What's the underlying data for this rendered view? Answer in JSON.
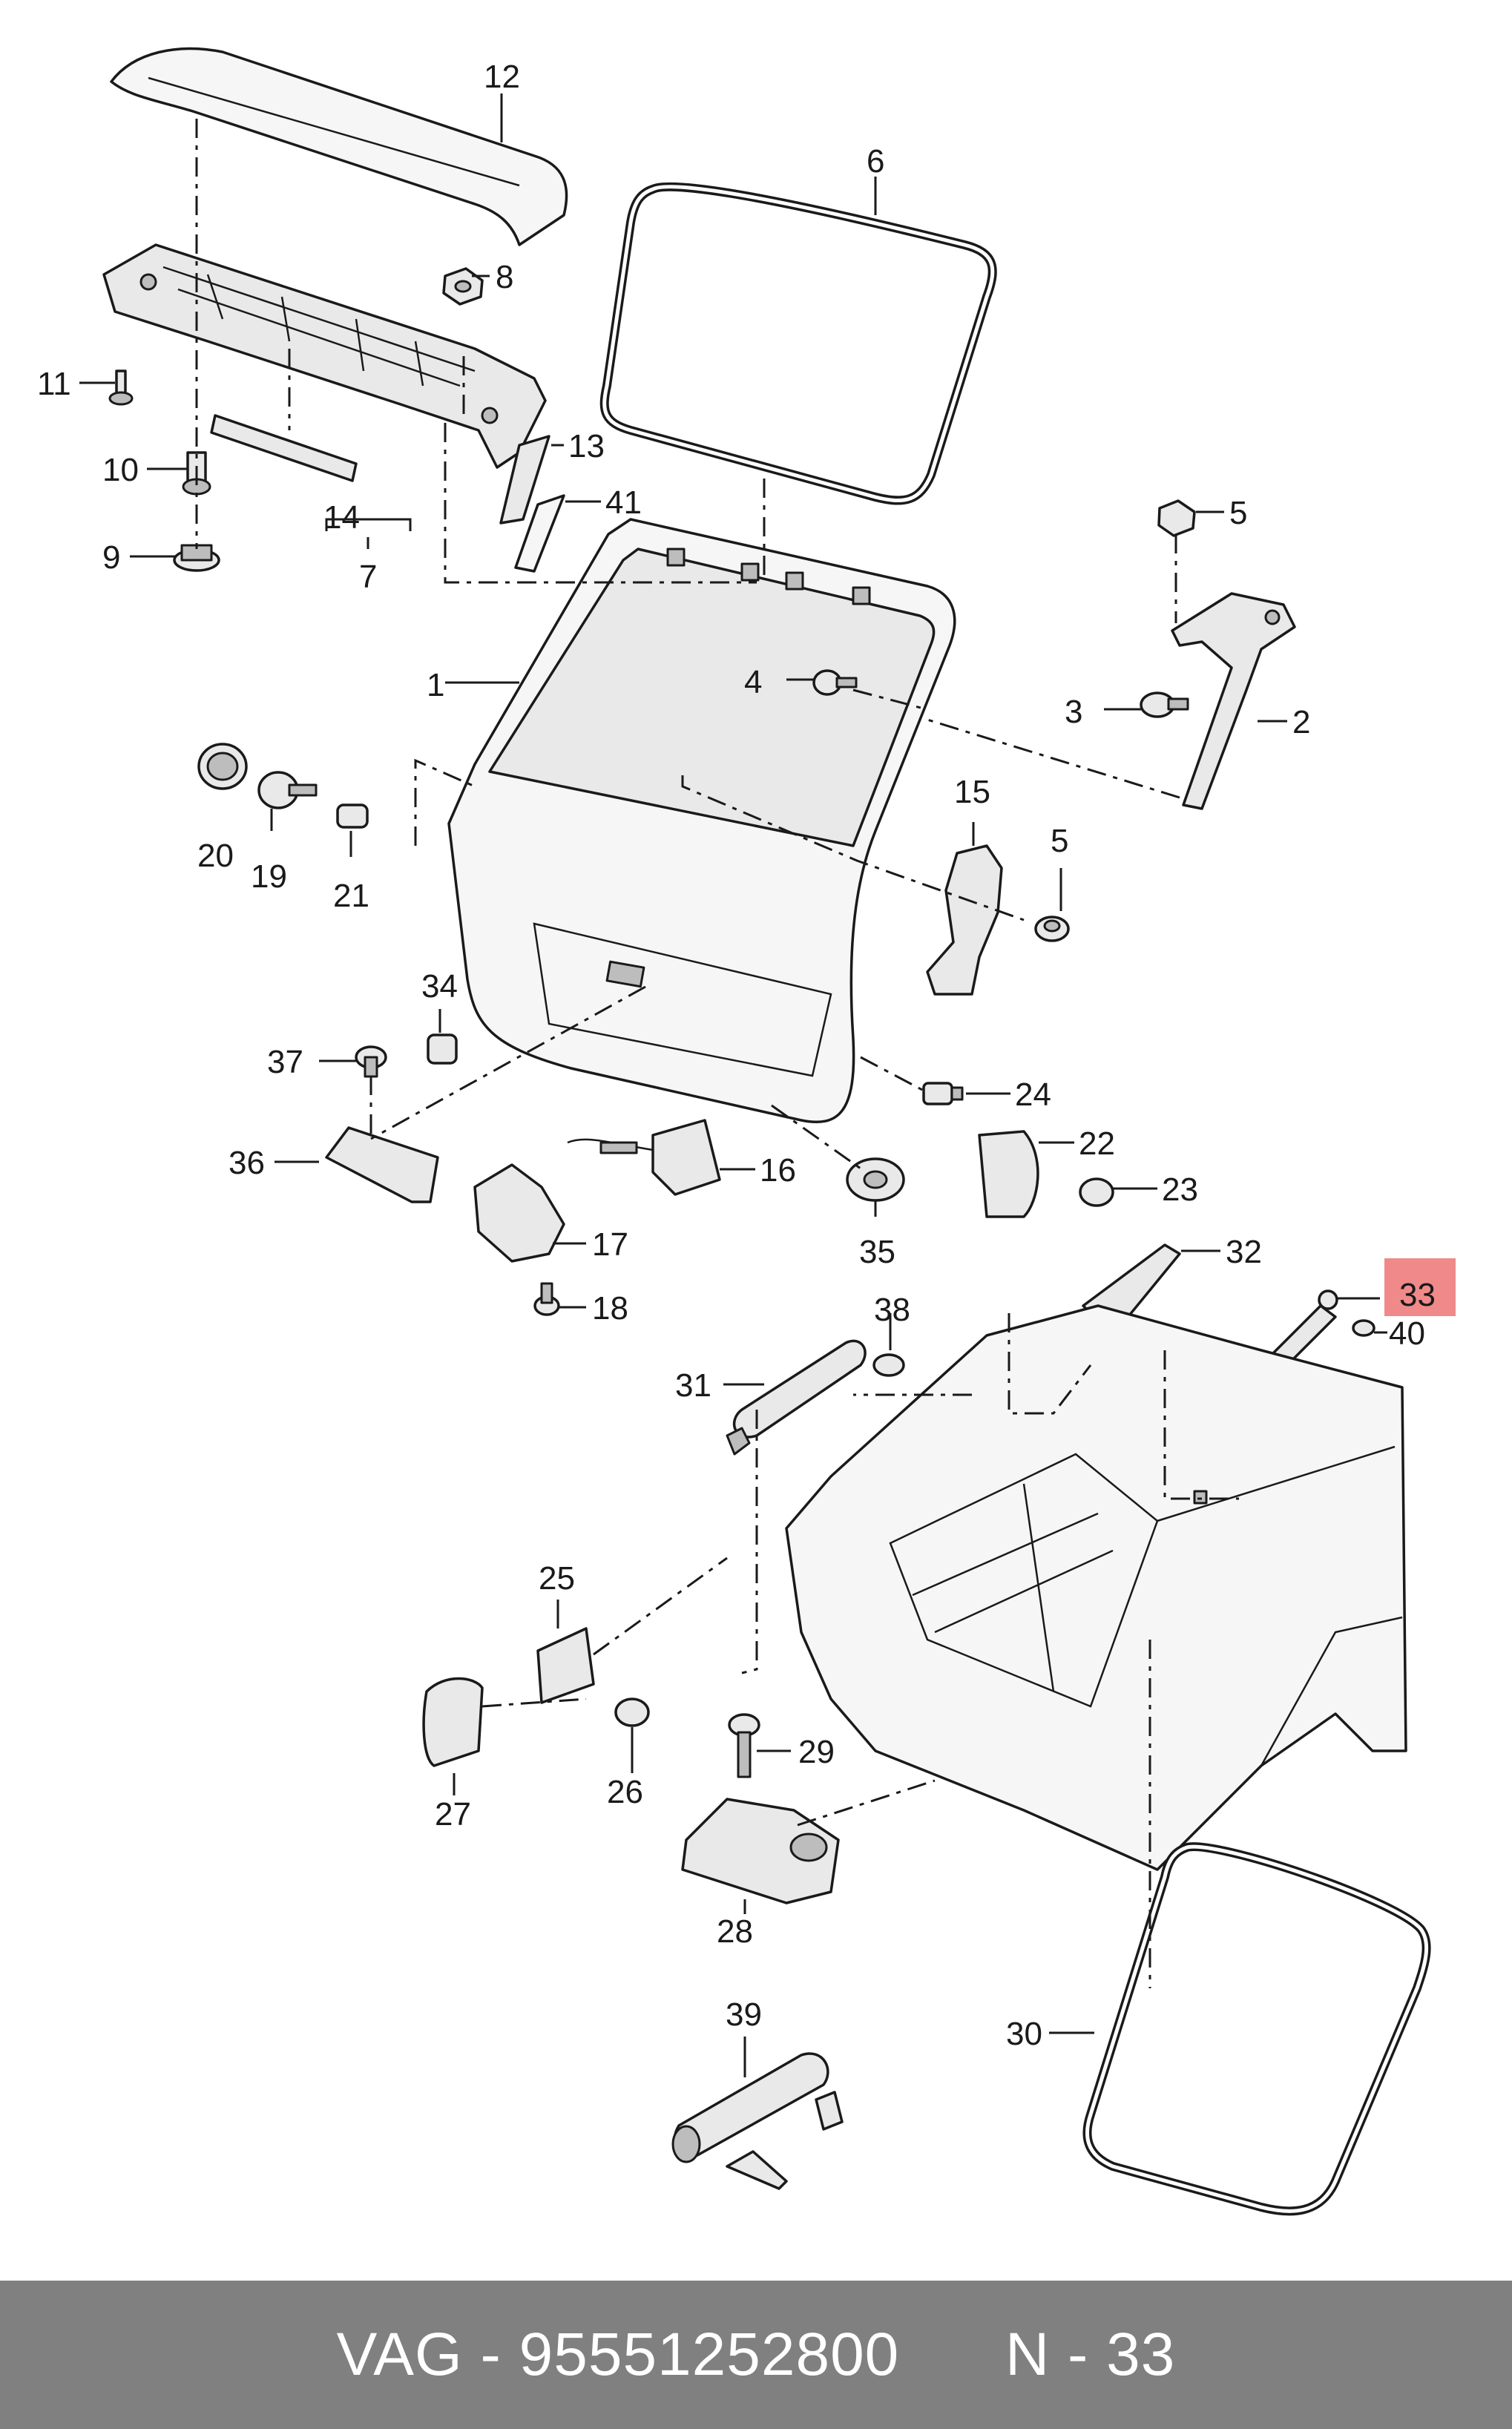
{
  "diagram": {
    "highlight_color": "#f08a8a",
    "highlighted_part": "33",
    "labels": {
      "l1": "1",
      "l2": "2",
      "l3": "3",
      "l4": "4",
      "l5a": "5",
      "l5b": "5",
      "l6": "6",
      "l7": "7",
      "l8": "8",
      "l9": "9",
      "l10": "10",
      "l11": "11",
      "l12": "12",
      "l13": "13",
      "l14": "14",
      "l15": "15",
      "l16": "16",
      "l17": "17",
      "l18": "18",
      "l19": "19",
      "l20": "20",
      "l21": "21",
      "l22": "22",
      "l23": "23",
      "l24": "24",
      "l25": "25",
      "l26": "26",
      "l27": "27",
      "l28": "28",
      "l29": "29",
      "l30": "30",
      "l31": "31",
      "l32": "32",
      "l33": "33",
      "l34": "34",
      "l35": "35",
      "l36": "36",
      "l37": "37",
      "l38": "38",
      "l39": "39",
      "l40": "40",
      "l41": "41"
    }
  },
  "footer": {
    "brand": "VAG",
    "separator": " - ",
    "part_number": "95551252800",
    "position_label": "N - 33",
    "background": "#808080"
  }
}
